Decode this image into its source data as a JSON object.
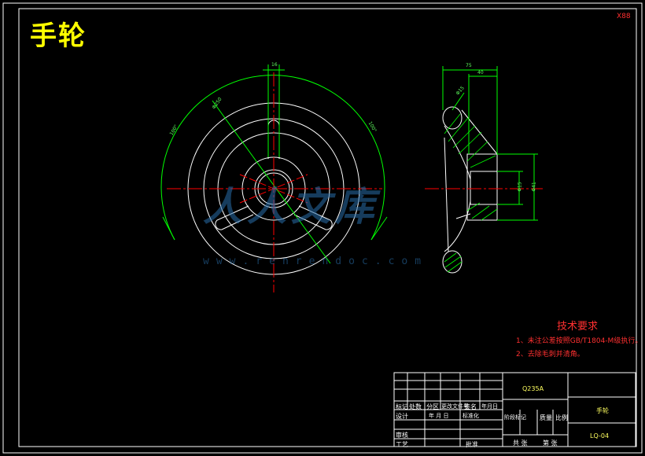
{
  "title": "手轮",
  "corner_mark": "X88",
  "technical_requirements": {
    "heading": "技术要求",
    "items": [
      "1、未注公差按照GB/T1804-M级执行。",
      "2、去除毛刺并清角。"
    ]
  },
  "title_block": {
    "material": "Q235A",
    "part_name": "手轮",
    "drawing_number": "LQ-04",
    "labels": {
      "mark": "标记",
      "count": "处数",
      "zone": "分区",
      "change_doc": "更改文件号",
      "signature": "签名",
      "date": "年月日",
      "design": "设计",
      "ymd": "年 月 日",
      "standardization": "标准化",
      "stage_mark": "阶段标记",
      "weight": "质量",
      "scale": "比例",
      "review": "审核",
      "process": "工艺",
      "approve": "批准",
      "total": "共 张",
      "sheet": "第 张"
    }
  },
  "dimensions": {
    "side_total_width": "75",
    "side_hub_width": "40",
    "hub_inner_diameter": "Φ15",
    "hub_outer_diameter": "Φ41",
    "rim_section": "Φ15",
    "spoke_width": "16",
    "outer_diameter": "Φ250",
    "arc_left": "100°",
    "arc_right": "100°"
  },
  "watermark": {
    "text": "人人文库",
    "url": "www.renrendoc.com"
  },
  "colors": {
    "background": "#000000",
    "outline": "#ffffff",
    "dimension": "#00ff00",
    "centerline": "#ff0000",
    "title": "#ffff00",
    "note": "#ff3030"
  }
}
